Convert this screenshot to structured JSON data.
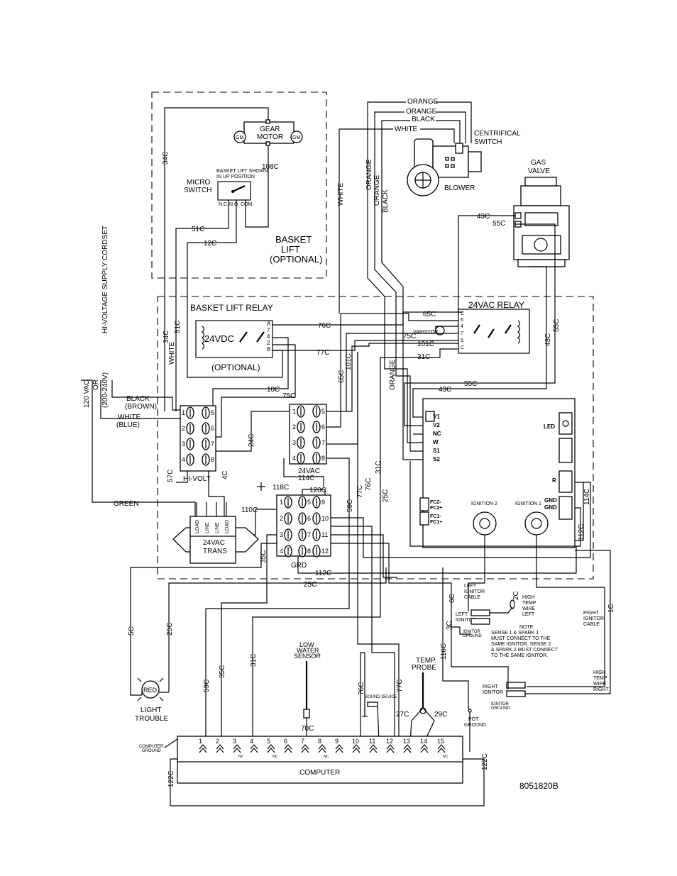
{
  "drawing_number": "8051820B",
  "supply": {
    "voltage_line1": "120 VAC",
    "voltage_line2": "OR",
    "voltage_line3": "(200-240V)",
    "cordset": "HI-VOLTAGE SUPPLY CORDSET",
    "black": "BLACK",
    "brown": "(BROWN)",
    "white": "WHITE",
    "blue": "(BLUE)",
    "green": "GREEN"
  },
  "basket_lift": {
    "title_line1": "BASKET",
    "title_line2": "LIFT",
    "title_line3": "(OPTIONAL)",
    "gear_motor_line1": "GEAR",
    "gear_motor_line2": "MOTOR",
    "gm": "GM",
    "micro_line1": "MICRO",
    "micro_line2": "SWITCH",
    "note_line1": "BASKET LIFT SHOWN",
    "note_line2": "IN UP POSITION",
    "nc": "N.C.",
    "no": "N.O.",
    "com": "COM."
  },
  "relay_block": {
    "title": "BASKET LIFT RELAY",
    "coil": "24VDC",
    "optional": "(OPTIONAL)",
    "pin_a": "A",
    "pin_7": "7",
    "pin_4": "4",
    "pin_2": "2",
    "pin_b": "B"
  },
  "relay_24vac": {
    "title": "24VAC RELAY",
    "varistor": "VARISTOR",
    "pin_c1": "C",
    "pin_6": "6",
    "pin_4": "4",
    "pin_7": "7",
    "pin_9": "9",
    "pin_c2": "C"
  },
  "blower": {
    "label": "BLOWER",
    "centrifical_line1": "CENTRIFICAL",
    "centrifical_line2": "SWITCH",
    "orange1": "ORANGE",
    "orange2": "ORANGE",
    "black": "BLACK",
    "white": "WHITE"
  },
  "gas_valve": {
    "line1": "GAS",
    "line2": "VALVE"
  },
  "vertical_wires": {
    "white": "WHITE",
    "orange1": "ORANGE",
    "orange2": "ORANGE",
    "black": "BLACK",
    "orange3": "ORANGE"
  },
  "module": {
    "v1": "V1",
    "v2": "V2",
    "nc": "NC",
    "w": "W",
    "s1": "S1",
    "s2": "S2",
    "led": "LED",
    "r": "R",
    "gnd1": "GND",
    "gnd2": "GND",
    "fc2m": "FC2-",
    "fc2p": "FC2+",
    "fc1m": "FC1-",
    "fc1p": "FC1+",
    "ign2": "IGNITION 2",
    "ign1": "IGNITION 1"
  },
  "terminal_blocks": {
    "hivolt": "HI-VOLT",
    "ac24": "24VAC",
    "grd": "GRD",
    "trans_line1": "24VAC",
    "trans_line2": "TRANS",
    "trans_pins": [
      "LOAD",
      "LINE",
      "LINE",
      "LOAD"
    ],
    "nums_4x2": [
      "1",
      "5",
      "2",
      "6",
      "3",
      "7",
      "4",
      "8"
    ],
    "nums_4x3": [
      "1",
      "5",
      "9",
      "2",
      "6",
      "10",
      "3",
      "7",
      "11",
      "4",
      "8",
      "12"
    ]
  },
  "wires": {
    "w34c_top": "34C",
    "w108c": "108C",
    "w51c": "51C",
    "w12c": "12C",
    "w34c": "34C",
    "w51c_v": "51C",
    "white_v": "WHITE",
    "w76c": "76C",
    "w77c": "77C",
    "w10c": "10C",
    "w75c": "75C",
    "w65c": "65C",
    "w101c_h": "101C",
    "w75c_h": "75C",
    "w31c_h": "31C",
    "w43c_top": "43C",
    "w55c_top": "55C",
    "w43c_v": "43C",
    "w55c_v": "55C",
    "w43c_mid": "43C",
    "w55c_mid": "55C",
    "w101c_v": "101C",
    "w65c_v": "65C",
    "w24c": "24C",
    "w57c": "57C",
    "w4c": "4C",
    "w114c": "114C",
    "w118c": "118C",
    "w120c": "120C",
    "w110c": "110C",
    "w59c": "59C",
    "w77c_v": "77C",
    "w76c_v": "76C",
    "w31c_v": "31C",
    "w25c_v": "25C",
    "w114c_r": "114C",
    "w112c_r": "112C",
    "w112c": "112C",
    "w35c": "35C",
    "w25c": "25C",
    "w5c": "5C",
    "w25c_l": "25C",
    "w59c_l": "59C",
    "w35c_l": "35C",
    "w31c_l": "31C",
    "w76c_l": "76C",
    "w77c_l": "77C",
    "w6c": "6C",
    "w3c": "3C",
    "w116c": "116C",
    "w2c": "2C",
    "w1c": "1C",
    "w70c": "70C",
    "w27c": "27C",
    "w29c": "29C",
    "w122c_l": "122C",
    "w122c_r": "122C"
  },
  "ignitors": {
    "left_cable_line1": "LEFT",
    "left_cable_line2": "IGNITOR",
    "left_cable_line3": "CABLE",
    "high_left_line1": "HIGH",
    "high_left_line2": "TEMP",
    "high_left_line3": "WIRE",
    "high_left_line4": "LEFT",
    "left_ign_line1": "LEFT",
    "left_ign_line2": "IGNITOR",
    "ign_gnd_line1": "IGNITOR",
    "ign_gnd_line2": "GROUND",
    "note_line1": "NOTE:",
    "note_line2": "SENSE 1 & SPARK 1",
    "note_line3": "MUST CONNECT TO THE",
    "note_line4": "SAME IGNITOR.  SENSE 2",
    "note_line5": "& SPARK 2 MUST CONNECT",
    "note_line6": "TO THE SAME IGNITOR.",
    "right_cable_line1": "RIGHT",
    "right_cable_line2": "IGNITOR",
    "right_cable_line3": "CABLE",
    "high_right_line1": "HIGH",
    "high_right_line2": "TEMP",
    "high_right_line3": "WIRE",
    "high_right_line4": "RIGHT",
    "right_ign_line1": "RIGHT",
    "right_ign_line2": "IGNITOR",
    "ign_gnd2_line1": "IGNITOR",
    "ign_gnd2_line2": "GROUND"
  },
  "sensors": {
    "low_water_line1": "LOW",
    "low_water_line2": "WATER",
    "low_water_line3": "SENSOR",
    "temp_probe_line1": "TEMP.",
    "temp_probe_line2": "PROBE",
    "sound_device": "SOUND DEVICE",
    "pot_ground_line1": "POT",
    "pot_ground_line2": "GROUND",
    "red": "RED",
    "light_line1": "LIGHT",
    "light_line2": "TROUBLE"
  },
  "computer": {
    "label": "COMPUTER",
    "ground_line1": "COMPUTER",
    "ground_line2": "GROUND",
    "pins": [
      "1",
      "2",
      "3",
      "4",
      "5",
      "6",
      "7",
      "8",
      "9",
      "10",
      "11",
      "12",
      "13",
      "14",
      "15"
    ],
    "nc": "NC"
  }
}
